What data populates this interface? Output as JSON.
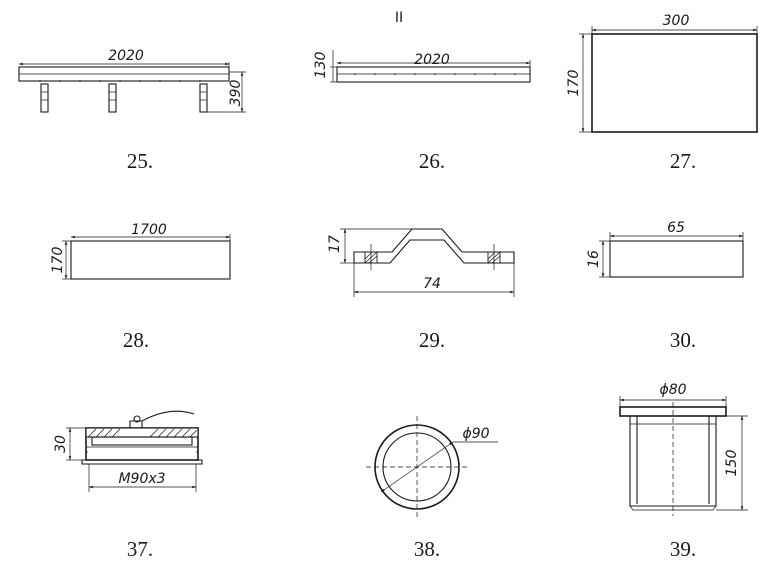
{
  "page": {
    "header": "II"
  },
  "figures": [
    {
      "caption": "25.",
      "dims": [
        "2020",
        "390"
      ]
    },
    {
      "caption": "26.",
      "dims": [
        "2020",
        "130"
      ]
    },
    {
      "caption": "27.",
      "dims": [
        "300",
        "170"
      ]
    },
    {
      "caption": "28.",
      "dims": [
        "1700",
        "170"
      ]
    },
    {
      "caption": "29.",
      "dims": [
        "17",
        "74"
      ]
    },
    {
      "caption": "30.",
      "dims": [
        "65",
        "16"
      ]
    },
    {
      "caption": "37.",
      "dims": [
        "30",
        "M90x3"
      ]
    },
    {
      "caption": "38.",
      "dims": [
        "ϕ90"
      ]
    },
    {
      "caption": "39.",
      "dims": [
        "ϕ80",
        "150"
      ]
    }
  ]
}
